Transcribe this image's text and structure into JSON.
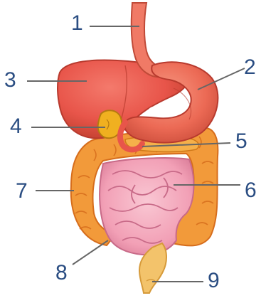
{
  "labels": [
    "1",
    "2",
    "3",
    "4",
    "5",
    "6",
    "7",
    "8",
    "9"
  ],
  "colors": {
    "label_text": "#2a4d82",
    "leader_line": "#666666",
    "organ_red": "#e8554a",
    "organ_red_dark": "#b83a2e",
    "colon_orange": "#f29a3a",
    "colon_dark": "#d66d1c",
    "small_intestine_pink": "#f4a3b8",
    "small_intestine_dark": "#c86a88",
    "gallbladder_yellow": "#f0b020",
    "rectum_yellow": "#f3c36b"
  }
}
